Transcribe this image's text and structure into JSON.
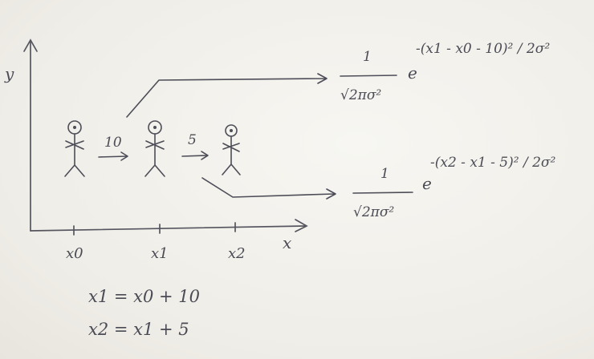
{
  "axes": {
    "y_label": "y",
    "x_label": "x",
    "ticks": [
      "x0",
      "x1",
      "x2"
    ]
  },
  "steps": {
    "step1": "10",
    "step2": "5"
  },
  "formula_upper": {
    "numerator": "1",
    "denominator": "√2πσ²",
    "base": "e",
    "exponent": "-(x1 - x0 - 10)² / 2σ²"
  },
  "formula_lower": {
    "numerator": "1",
    "denominator": "√2πσ²",
    "base": "e",
    "exponent": "-(x2 - x1 - 5)² / 2σ²"
  },
  "equations": [
    "x1 = x0 + 10",
    "x2 = x1 + 5"
  ],
  "ink_color": "#4b4b55",
  "paper_color": "#f3f1ec"
}
